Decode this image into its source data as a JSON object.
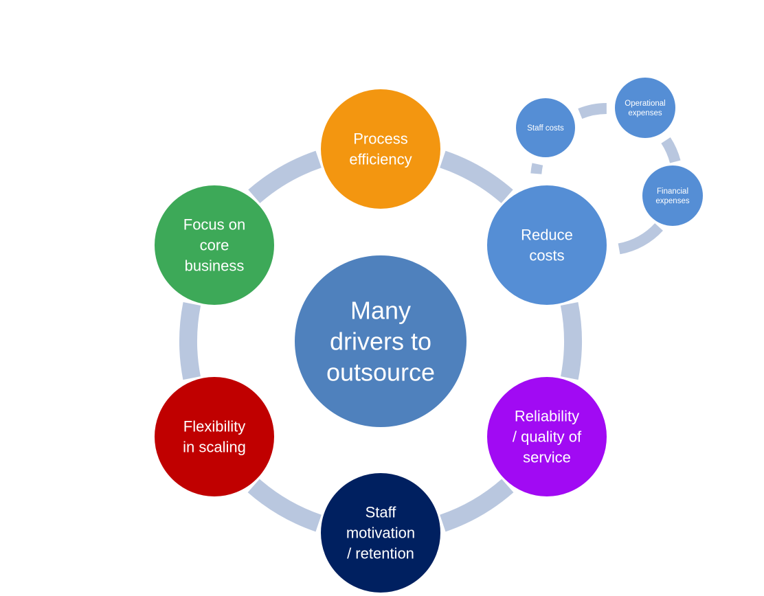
{
  "center": {
    "lines": [
      "Many",
      "drivers to",
      "outsource"
    ],
    "color": "#4F81BD"
  },
  "drivers": [
    {
      "id": "process-efficiency",
      "lines": [
        "Process",
        "efficiency"
      ],
      "color": "#F39610"
    },
    {
      "id": "reduce-costs",
      "lines": [
        "Reduce",
        "costs"
      ],
      "color": "#558ED5"
    },
    {
      "id": "reliability-quality",
      "lines": [
        "Reliability",
        "/ quality of",
        "service"
      ],
      "color": "#A10AF3"
    },
    {
      "id": "staff-motivation",
      "lines": [
        "Staff",
        "motivation",
        "/ retention"
      ],
      "color": "#002060"
    },
    {
      "id": "flexibility-scaling",
      "lines": [
        "Flexibility",
        "in scaling"
      ],
      "color": "#C00000"
    },
    {
      "id": "focus-core-business",
      "lines": [
        "Focus on",
        "core",
        "business"
      ],
      "color": "#3DA958"
    }
  ],
  "cost_breakdown": [
    {
      "id": "staff-costs",
      "lines": [
        "Staff costs"
      ],
      "color": "#558ED5"
    },
    {
      "id": "operational-expenses",
      "lines": [
        "Operational",
        "expenses"
      ],
      "color": "#558ED5"
    },
    {
      "id": "financial-expenses",
      "lines": [
        "Financial",
        "expenses"
      ],
      "color": "#558ED5"
    }
  ],
  "connector_color": "#B9C7DF"
}
